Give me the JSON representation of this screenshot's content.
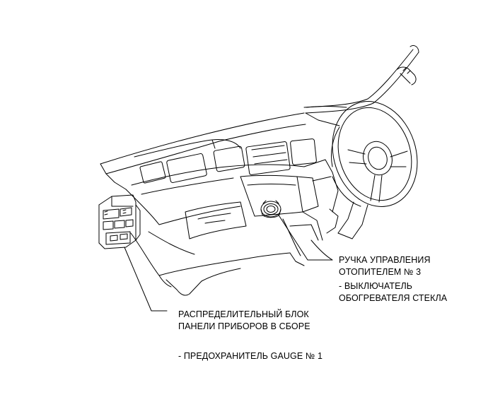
{
  "labels": {
    "heater_control": {
      "line1": "РУЧКА УПРАВЛЕНИЯ",
      "line2": "ОТОПИТЕЛЕМ № 3"
    },
    "defogger_switch": {
      "line1": "- ВЫКЛЮЧАТЕЛЬ",
      "line2": "ОБОГРЕВАТЕЛЯ СТЕКЛА"
    },
    "junction_block": {
      "line1": "РАСПРЕДЕЛИТЕЛЬНЫЙ БЛОК",
      "line2": "ПАНЕЛИ ПРИБОРОВ В СБОРЕ"
    },
    "fuse": {
      "line1": "- ПРЕДОХРАНИТЕЛЬ GAUGE № 1"
    }
  },
  "colors": {
    "ink": "#000000",
    "background": "#ffffff"
  }
}
